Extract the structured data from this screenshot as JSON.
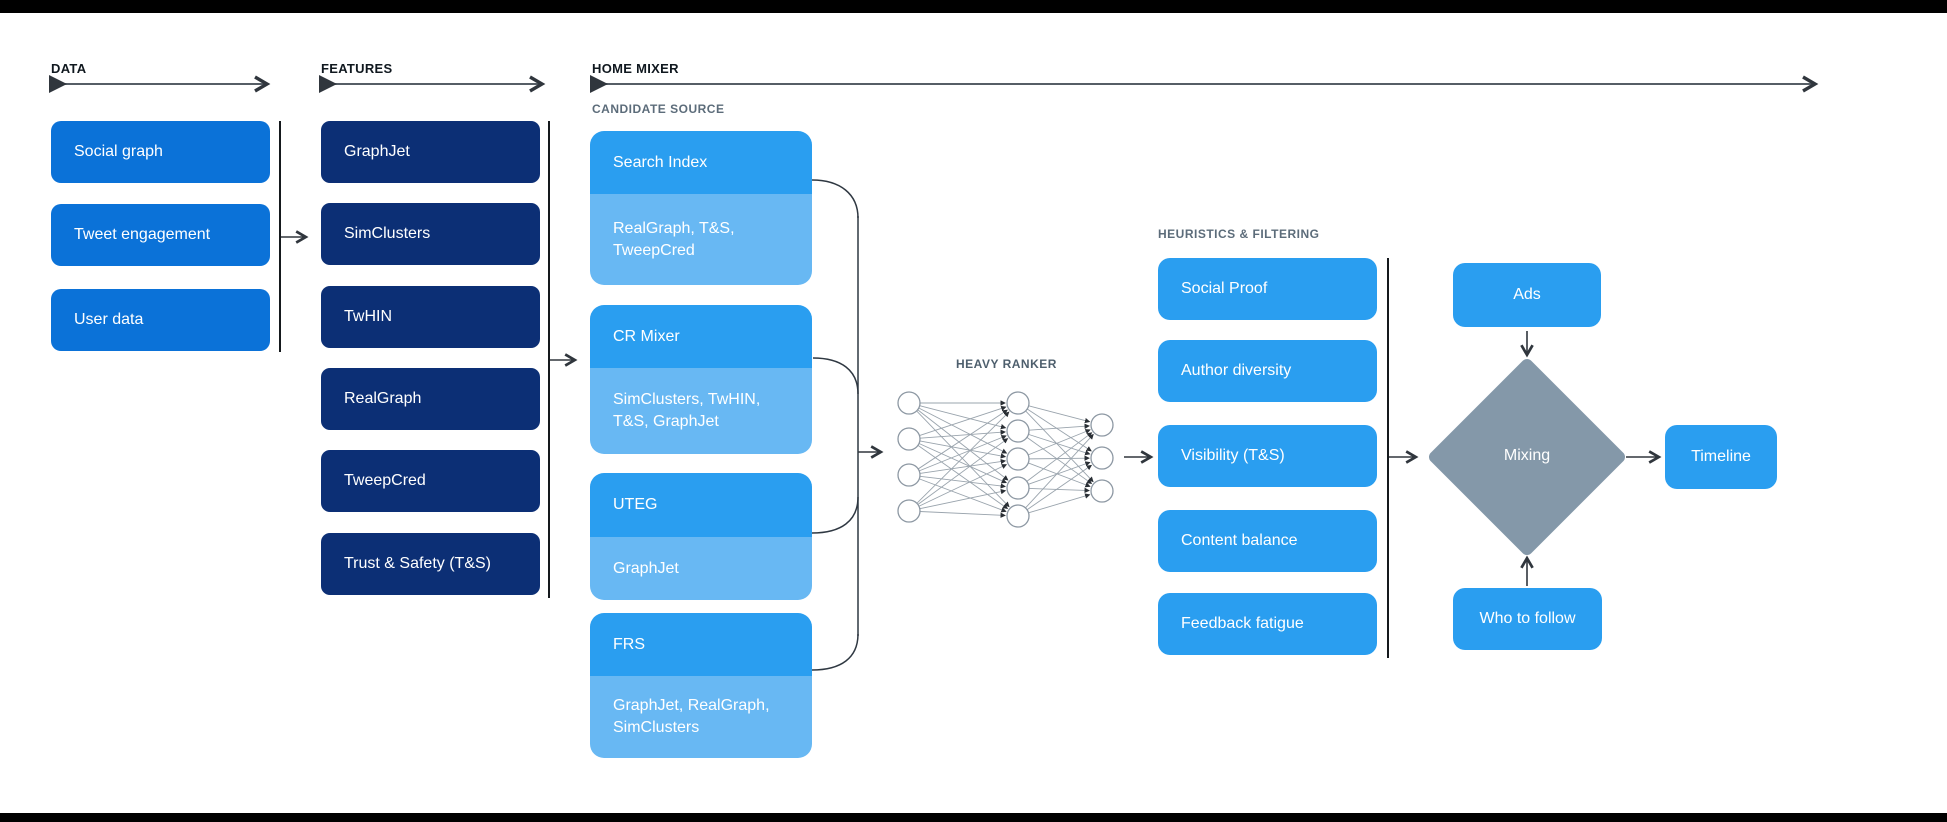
{
  "colors": {
    "data_box_blue": "#0b72d8",
    "feature_box_navy": "#0c2f75",
    "source_header_blue": "#2a9ef0",
    "source_sub_blue": "#68b8f3",
    "heuristic_box_blue": "#2a9ef0",
    "mixing_diamond_gray": "#8498a9",
    "frame_bar_black": "#000000",
    "arrow_dark": "#30363d"
  },
  "sections": {
    "data": {
      "label": "DATA",
      "boxes": [
        "Social graph",
        "Tweet engagement",
        "User data"
      ]
    },
    "features": {
      "label": "FEATURES",
      "boxes": [
        "GraphJet",
        "SimClusters",
        "TwHIN",
        "RealGraph",
        "TweepCred",
        "Trust & Safety (T&S)"
      ]
    },
    "home_mixer": {
      "label": "HOME MIXER"
    },
    "candidate_source": {
      "label": "CANDIDATE SOURCE",
      "boxes": [
        {
          "title": "Search Index",
          "subtitle": "RealGraph, T&S, TweepCred"
        },
        {
          "title": "CR Mixer",
          "subtitle": "SimClusters, TwHIN, T&S, GraphJet"
        },
        {
          "title": "UTEG",
          "subtitle": "GraphJet"
        },
        {
          "title": "FRS",
          "subtitle": "GraphJet, RealGraph, SimClusters"
        }
      ]
    },
    "heavy_ranker": {
      "label": "HEAVY RANKER"
    },
    "heuristics": {
      "label": "HEURISTICS & FILTERING",
      "boxes": [
        "Social Proof",
        "Author diversity",
        "Visibility (T&S)",
        "Content balance",
        "Feedback fatigue"
      ]
    },
    "mixing_stage": {
      "ads_label": "Ads",
      "mixing_label": "Mixing",
      "who_to_follow_label": "Who to follow",
      "timeline_label": "Timeline"
    }
  }
}
